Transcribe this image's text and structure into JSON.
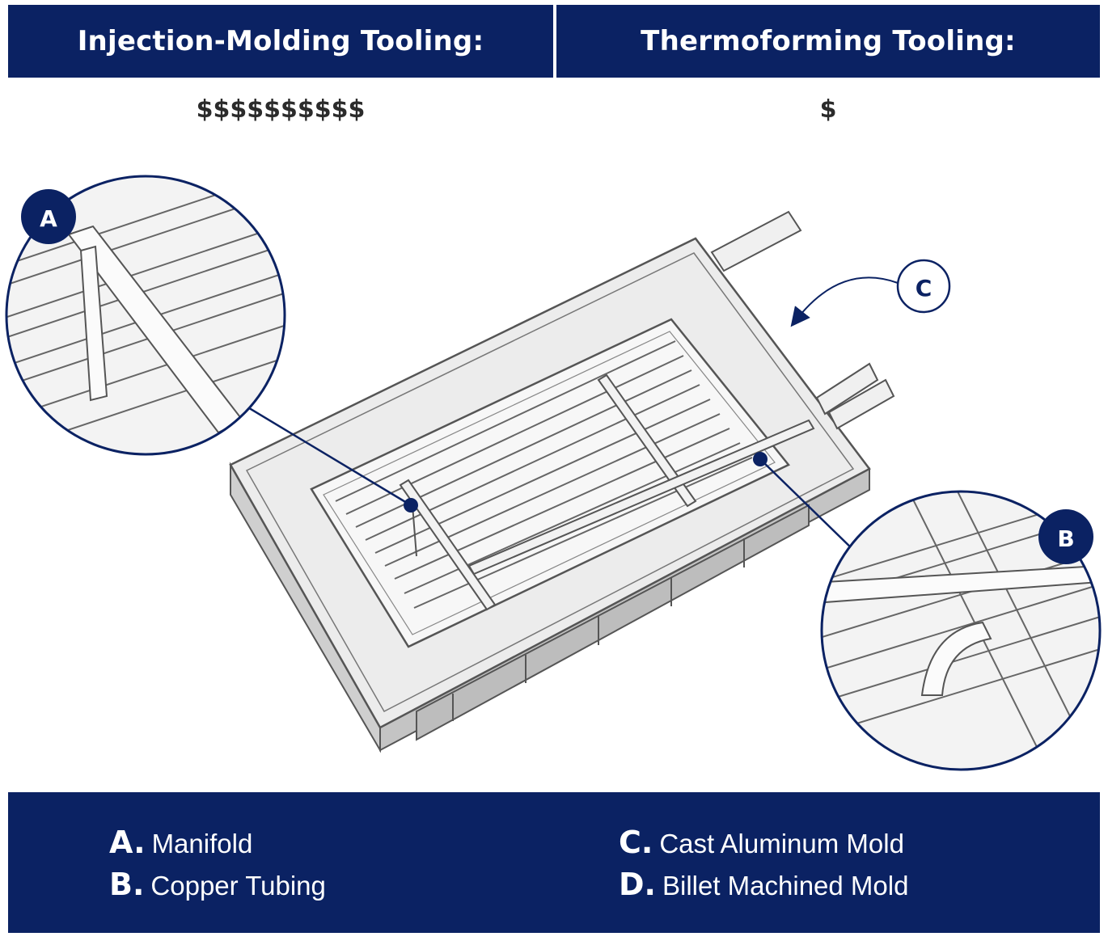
{
  "header": {
    "left_title": "Injection-Molding Tooling:",
    "right_title": "Thermoforming Tooling:"
  },
  "costs": {
    "left": "$$$$$$$$$$",
    "right": "$"
  },
  "callouts": [
    {
      "letter": "A"
    },
    {
      "letter": "B"
    },
    {
      "letter": "C"
    }
  ],
  "legend": [
    {
      "key": "A.",
      "label": "Manifold"
    },
    {
      "key": "B.",
      "label": "Copper Tubing"
    },
    {
      "key": "C.",
      "label": "Cast Aluminum Mold"
    },
    {
      "key": "D.",
      "label": "Billet Machined Mold"
    }
  ],
  "colors": {
    "navy": "#0b2263",
    "mold_gray": "#e6e6e6",
    "line": "#555555"
  }
}
